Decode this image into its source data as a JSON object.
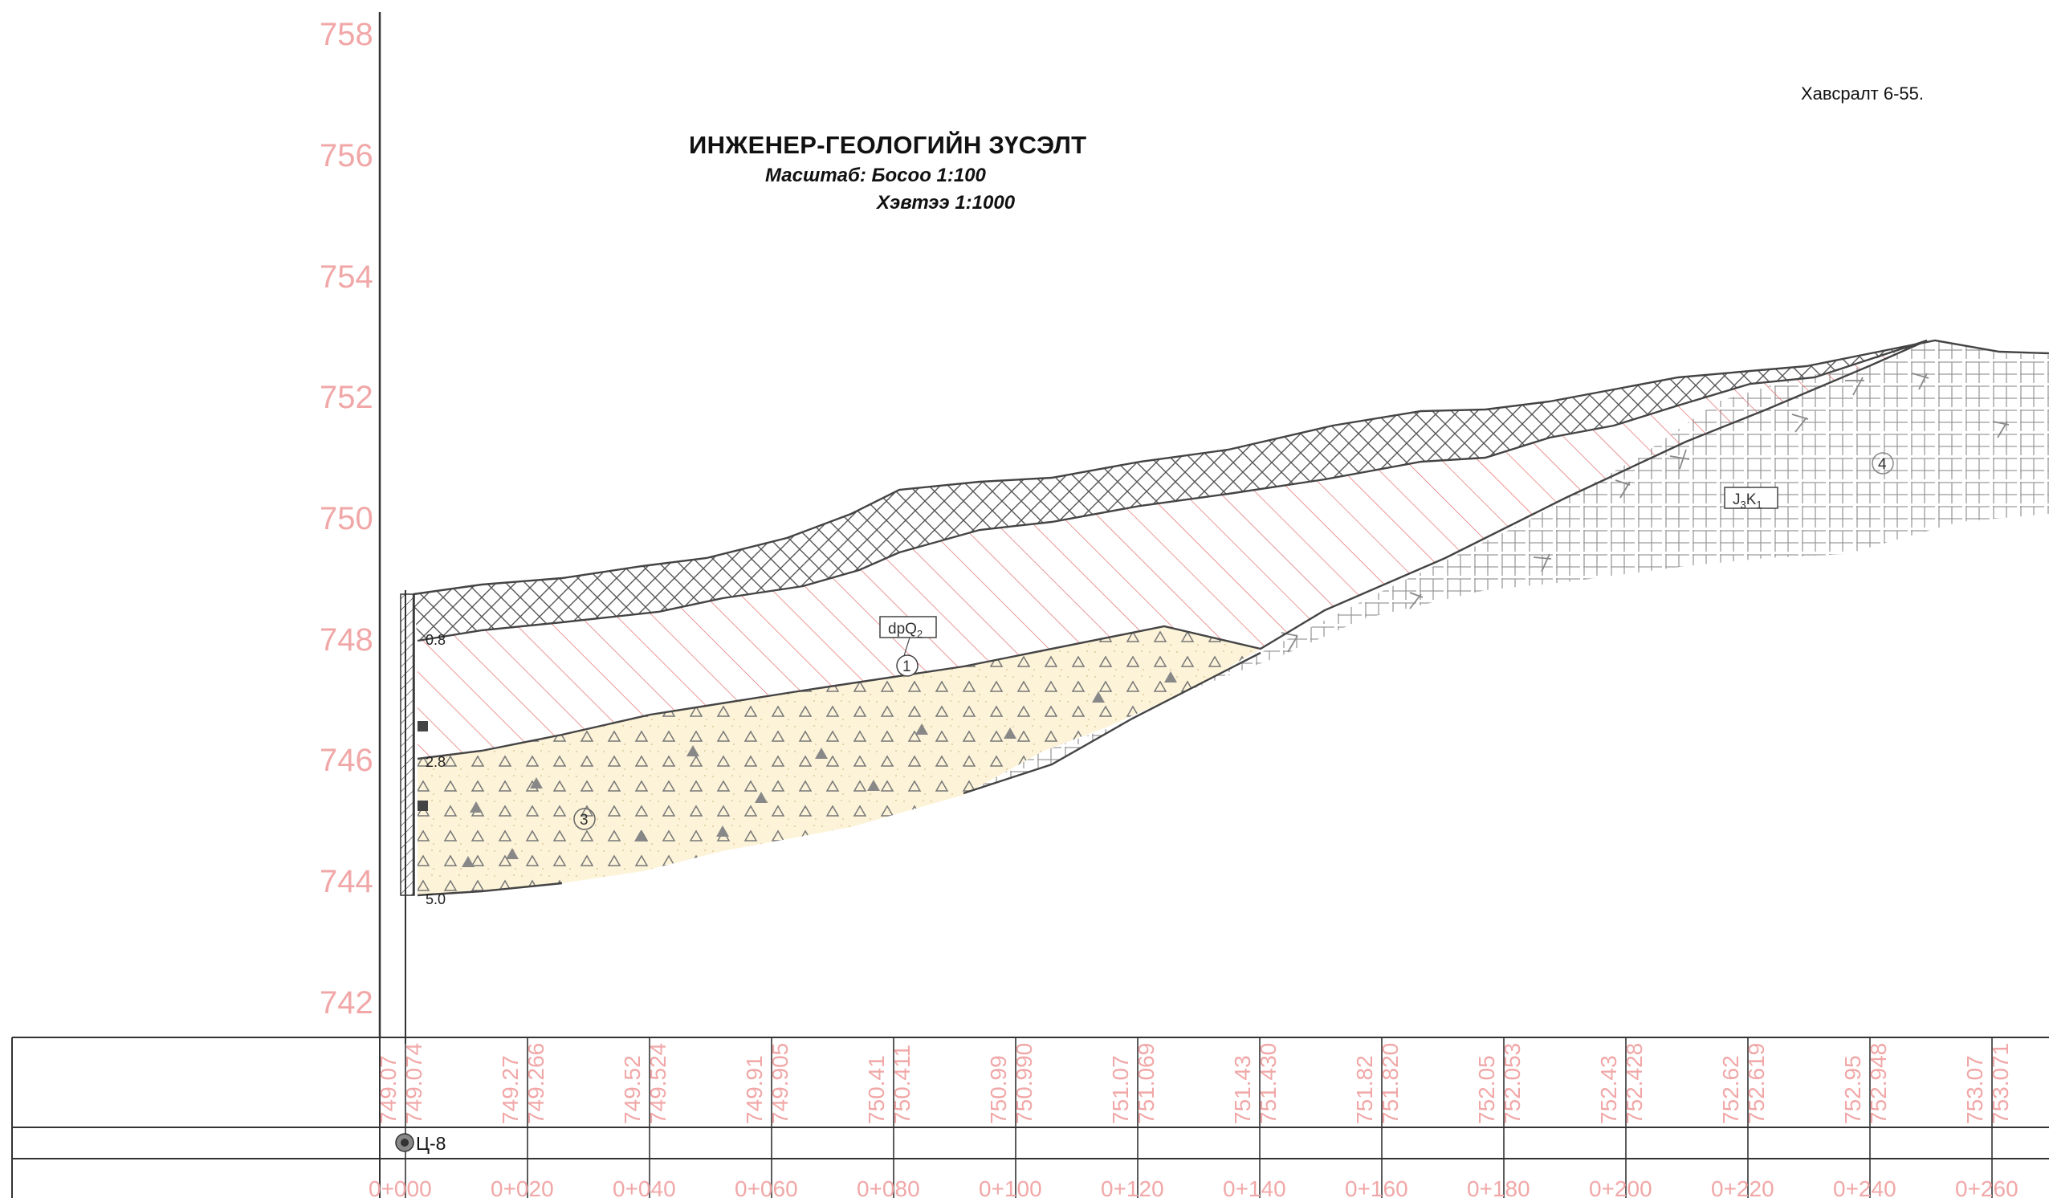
{
  "header": {
    "title": "ИНЖЕНЕР-ГЕОЛОГИЙН ЗҮСЭЛТ",
    "scale_vertical": "Масштаб: Босоо 1:100",
    "scale_horizontal": "Хэвтээ 1:1000",
    "appendix": "Хавсралт 6-55."
  },
  "elevation_axis": {
    "ticks": [
      "758",
      "756",
      "754",
      "752",
      "750",
      "748",
      "746",
      "744",
      "742"
    ]
  },
  "stations": [
    "0+000",
    "0+020",
    "0+040",
    "0+060",
    "0+080",
    "0+100",
    "0+120",
    "0+140",
    "0+160",
    "0+180",
    "0+200",
    "0+220",
    "0+240",
    "0+260"
  ],
  "design_elevations": [
    "749.07",
    "749.27",
    "749.52",
    "749.91",
    "750.41",
    "750.99",
    "751.07",
    "751.43",
    "751.82",
    "752.05",
    "752.43",
    "752.62",
    "752.95",
    "753.07"
  ],
  "ground_elevations": [
    "749.074",
    "749.266",
    "749.524",
    "749.905",
    "750.411",
    "750.990",
    "751.069",
    "751.430",
    "751.820",
    "752.053",
    "752.428",
    "752.619",
    "752.948",
    "753.071"
  ],
  "borehole": {
    "name": "Ц-8",
    "depths": [
      "0.8",
      "2.8",
      "5.0"
    ]
  },
  "layers": {
    "geology_label_1": "dpQ",
    "geology_label_1_sub": "2",
    "geology_label_4": "J",
    "geology_label_4_sub1": "3",
    "geology_label_4_mid": "K",
    "geology_label_4_sub2": "1",
    "layer_1": "1",
    "layer_3": "3",
    "layer_4": "4"
  },
  "colors": {
    "elevation_text": "#f1a7a7",
    "clay_hatch": "#e36a6a",
    "gravel_fill": "#fcf3d8",
    "bedrock_grid": "#9a9a9a",
    "frame": "#333333"
  }
}
